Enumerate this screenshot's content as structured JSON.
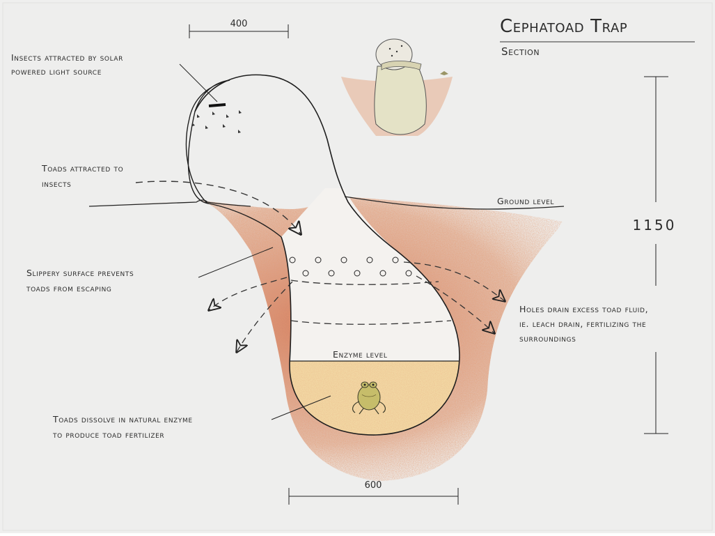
{
  "title": "Cephatoad Trap",
  "subtitle": "Section",
  "dimensions": {
    "top_width": "400",
    "height": "1150",
    "bottom_width": "600"
  },
  "labels": {
    "insects": [
      "Insects attracted by solar",
      "powered light source"
    ],
    "toads_attracted": [
      "Toads attracted to",
      "insects"
    ],
    "ground_level": "Ground level",
    "slippery": [
      "Slippery surface prevents",
      "toads from escaping"
    ],
    "holes": [
      "Holes drain excess toad fluid,",
      "ie. leach drain, fertilizing the",
      "surroundings"
    ],
    "enzyme_level": "Enzyme level",
    "dissolve": [
      "Toads dissolve in natural enzyme",
      "to produce toad fertilizer"
    ]
  },
  "colors": {
    "paper": "#eeeeed",
    "soil": "#c8502a",
    "enzyme": "#f3d9a6",
    "ink": "#1e1e1e",
    "toad": "#c6bd6a"
  },
  "icons": {
    "toad": "toad-icon",
    "light": "light-source-icon",
    "insects": "insect-icon",
    "thumbnail": "trap-3d-sketch-icon"
  }
}
